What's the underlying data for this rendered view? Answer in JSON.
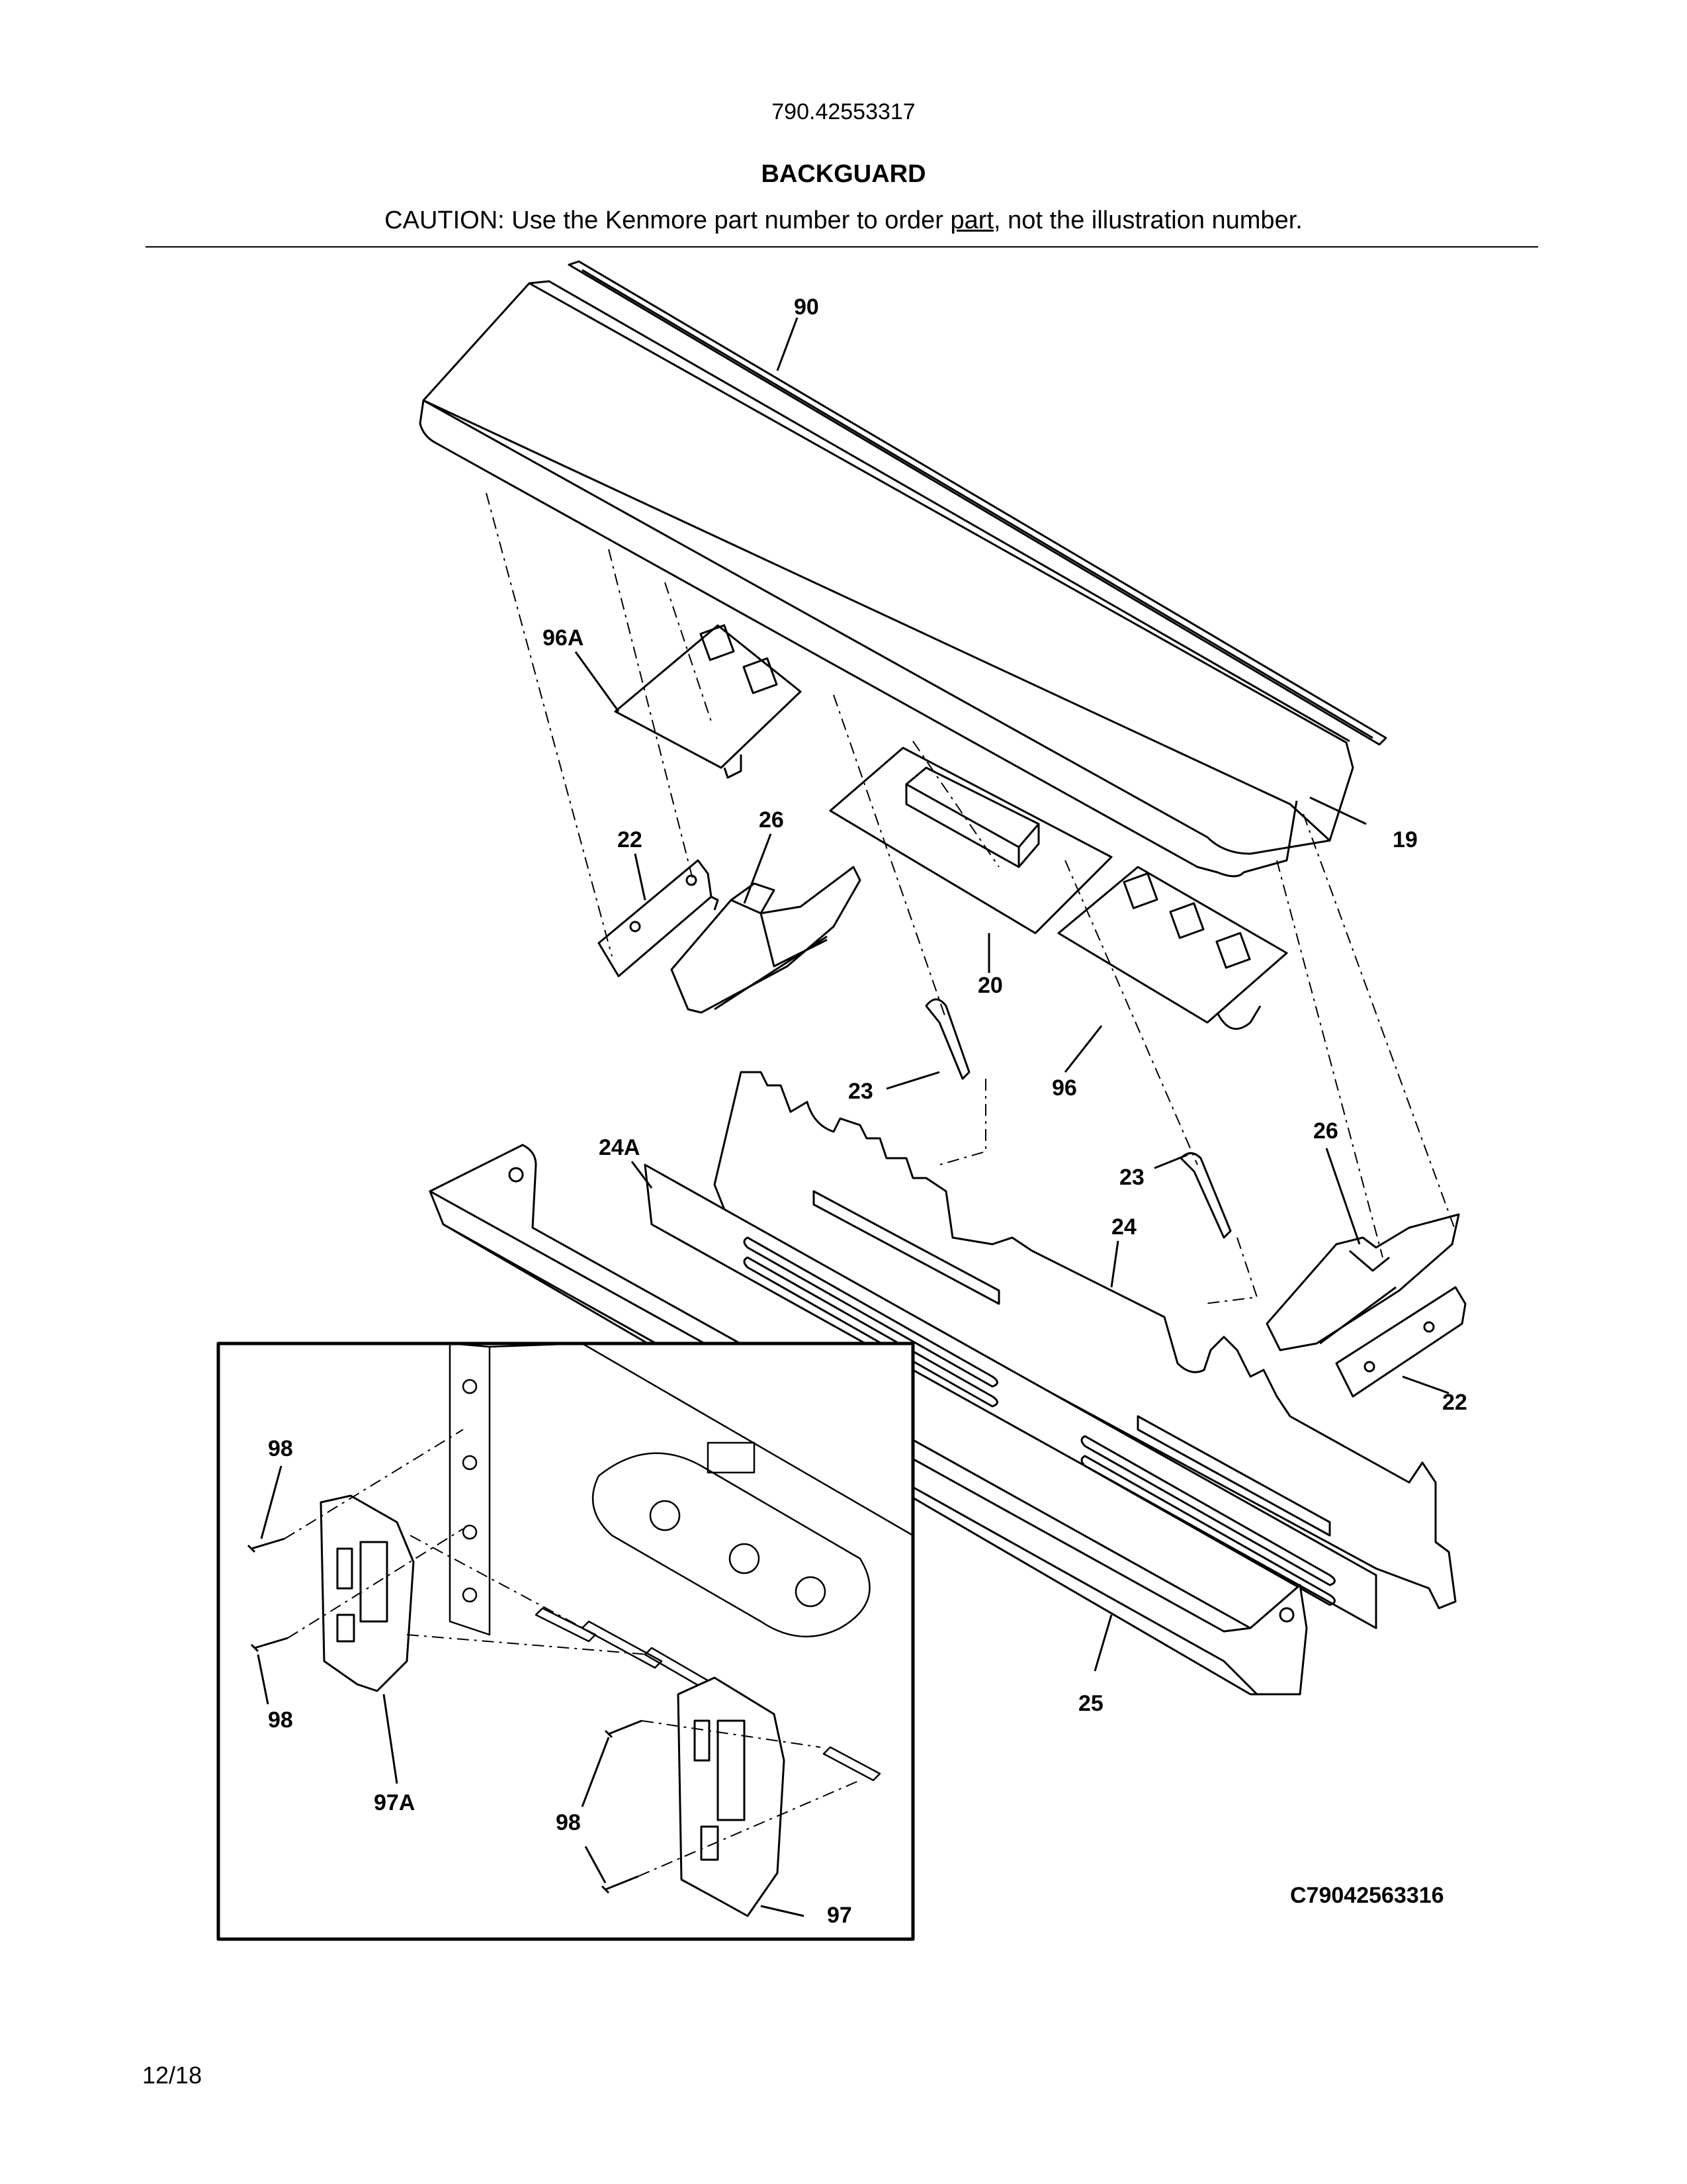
{
  "header": {
    "model_number": "790.42553317",
    "section_title": "BACKGUARD",
    "caution_prefix": "CAUTION: Use the Kenmore part number to order ",
    "caution_link": "part",
    "caution_suffix": ", not the illustration number."
  },
  "callouts": [
    "90",
    "96A",
    "19",
    "22",
    "26",
    "20",
    "96",
    "23",
    "23",
    "26",
    "24A",
    "24",
    "22",
    "25",
    "98",
    "98",
    "97A",
    "98",
    "97"
  ],
  "footer": {
    "diagram_code": "C79042563316",
    "date": "12/18"
  }
}
